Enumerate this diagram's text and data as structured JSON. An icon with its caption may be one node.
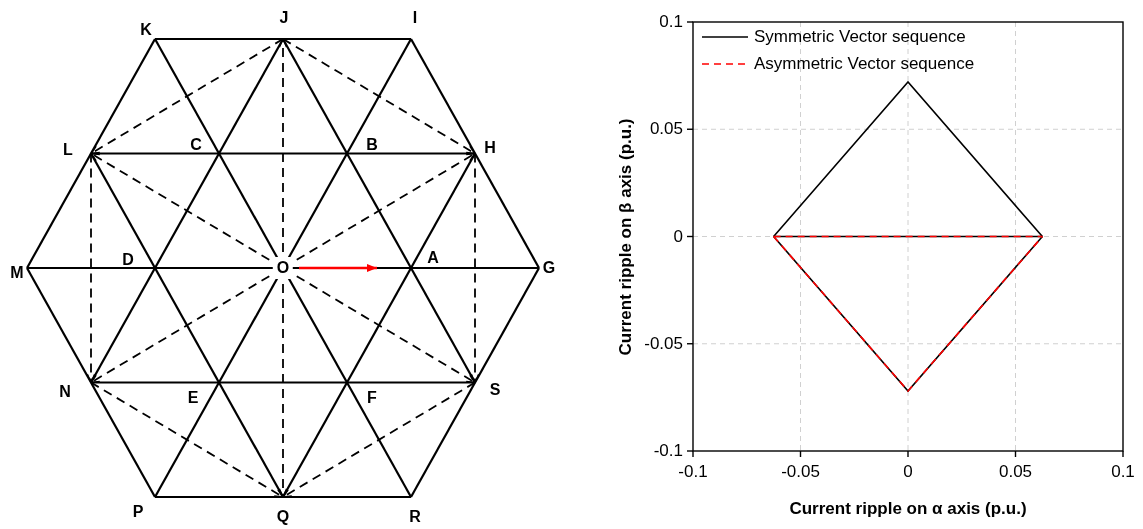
{
  "diagram": {
    "nodes": [
      {
        "text": [
          "K"
        ]
      },
      {
        "text": [
          "J"
        ]
      },
      {
        "text": [
          "I"
        ]
      },
      {
        "text": [
          "L"
        ]
      },
      {
        "text": [
          "C"
        ]
      },
      {
        "text": [
          "B"
        ]
      },
      {
        "text": [
          "H"
        ]
      },
      {
        "text": [
          "M"
        ]
      },
      {
        "text": [
          "D"
        ]
      },
      {
        "text": [
          "O"
        ]
      },
      {
        "text": [
          "A"
        ]
      },
      {
        "text": [
          "G"
        ]
      },
      {
        "text": [
          "N"
        ]
      },
      {
        "text": [
          "E"
        ]
      },
      {
        "text": [
          "F"
        ]
      },
      {
        "text": [
          "S"
        ]
      },
      {
        "text": [
          "P"
        ]
      },
      {
        "text": [
          "Q"
        ]
      },
      {
        "text": [
          "R"
        ]
      }
    ],
    "edges": [
      {
        "from": 9,
        "to": 1,
        "arrow": "to",
        "style": "dashed"
      },
      {
        "from": 9,
        "to": 6,
        "arrow": "to",
        "style": "dashed"
      },
      {
        "from": 9,
        "to": 15,
        "arrow": "to",
        "style": "dashed"
      },
      {
        "from": 9,
        "to": 17,
        "arrow": "to",
        "style": "dashed"
      },
      {
        "from": 9,
        "to": 12,
        "arrow": "to",
        "style": "dashed"
      },
      {
        "from": 9,
        "to": 3,
        "arrow": "to",
        "style": "dashed"
      },
      {
        "from": 1,
        "to": 3,
        "arrow": "to",
        "style": "dashed"
      },
      {
        "from": 1,
        "to": 6,
        "arrow": "to",
        "style": "dashed"
      },
      {
        "from": 6,
        "to": 15,
        "arrow": "to",
        "style": "dashed"
      },
      {
        "from": 15,
        "to": 17,
        "arrow": "to",
        "style": "dashed"
      },
      {
        "from": 3,
        "to": 12,
        "arrow": "to",
        "style": "dashed"
      },
      {
        "from": 12,
        "to": 17,
        "arrow": "to",
        "style": "dashed"
      },
      {
        "from": 9,
        "to": null,
        "arrow": "to",
        "color": "#ff0000"
      }
    ],
    "legend": [
      {
        "text": "Symmetric Vector sequence"
      },
      {
        "text": "Asymmetric Vector sequence"
      }
    ],
    "chart_data": {
      "type": "line",
      "xlabel": "Current ripple on α axis (p.u.)",
      "ylabel": "Current ripple on β axis (p.u.)",
      "xlim": [
        -0.1,
        0.1
      ],
      "ylim": [
        -0.1,
        0.1
      ],
      "xticks": [
        -0.1,
        -0.05,
        0,
        0.05,
        0.1
      ],
      "yticks": [
        -0.1,
        -0.05,
        0,
        0.05,
        0.1
      ],
      "x": [
        -0.0625,
        0,
        0.0625
      ],
      "series": [
        {
          "color": "#000000",
          "values": [
            0,
            0.072,
            0
          ]
        },
        {
          "color": "#000000",
          "values": [
            0,
            0,
            0
          ]
        },
        {
          "color": "#000000",
          "values": [
            0,
            -0.072,
            0
          ]
        },
        {
          "color": "#ff0000",
          "line_style": "dashed",
          "values": [
            0,
            0,
            0
          ]
        },
        {
          "color": "#ff0000",
          "line_style": "dashed",
          "values": [
            0,
            -0.072,
            0
          ]
        }
      ],
      "grid": true
    }
  }
}
